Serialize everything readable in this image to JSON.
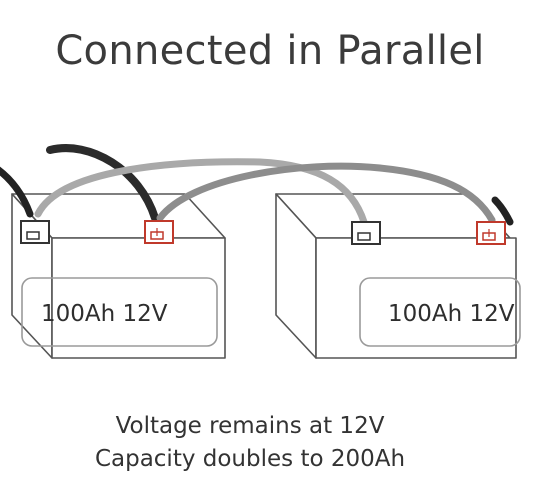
{
  "title": "Connected in Parallel",
  "batteries": [
    {
      "label": "100Ah 12V"
    },
    {
      "label": "100Ah 12V"
    }
  ],
  "captions": [
    "Voltage remains at 12V",
    "Capacity doubles to 200Ah"
  ],
  "colors": {
    "background": "#ffffff",
    "text": "#333333",
    "battery_outline": "#555555",
    "negative_terminal": "#333333",
    "positive_terminal": "#c0392b",
    "cable_dark": "#2b2b2b",
    "cable_light": "#a9a9a9"
  },
  "icons": {
    "negative_terminal": "terminal-negative-icon",
    "positive_terminal": "terminal-positive-icon"
  }
}
